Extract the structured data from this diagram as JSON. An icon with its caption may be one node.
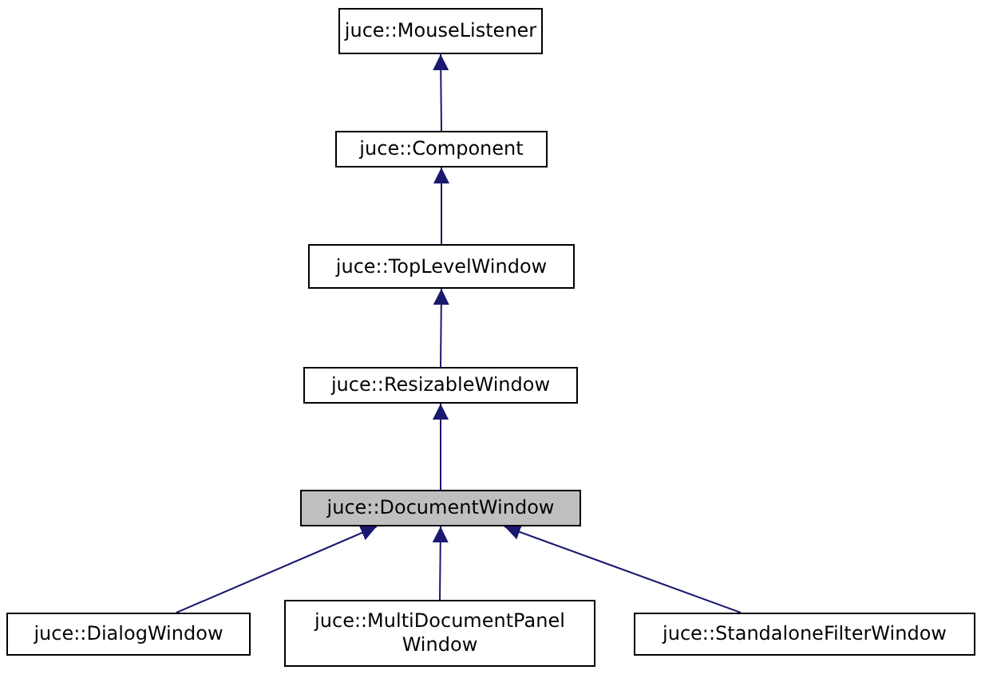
{
  "diagram": {
    "nodes": [
      {
        "text": [
          "juce::MouseListener"
        ]
      },
      {
        "text": [
          "juce::Component"
        ]
      },
      {
        "text": [
          "juce::TopLevelWindow"
        ]
      },
      {
        "text": [
          "juce::ResizableWindow"
        ]
      },
      {
        "text": [
          "juce::DocumentWindow"
        ]
      },
      {
        "text": [
          "juce::DialogWindow"
        ]
      },
      {
        "text": [
          "juce::MultiDocumentPanel Window"
        ]
      },
      {
        "text": [
          "juce::StandaloneFilterWindow"
        ]
      }
    ],
    "edges": [
      {
        "from": 1,
        "to": 0,
        "arrow": "to"
      },
      {
        "from": 2,
        "to": 1,
        "arrow": "to"
      },
      {
        "from": 3,
        "to": 2,
        "arrow": "to"
      },
      {
        "from": 4,
        "to": 3,
        "arrow": "to"
      },
      {
        "from": 5,
        "to": 4,
        "arrow": "to"
      },
      {
        "from": 6,
        "to": 4,
        "arrow": "to"
      },
      {
        "from": 7,
        "to": 4,
        "arrow": "to"
      }
    ]
  }
}
